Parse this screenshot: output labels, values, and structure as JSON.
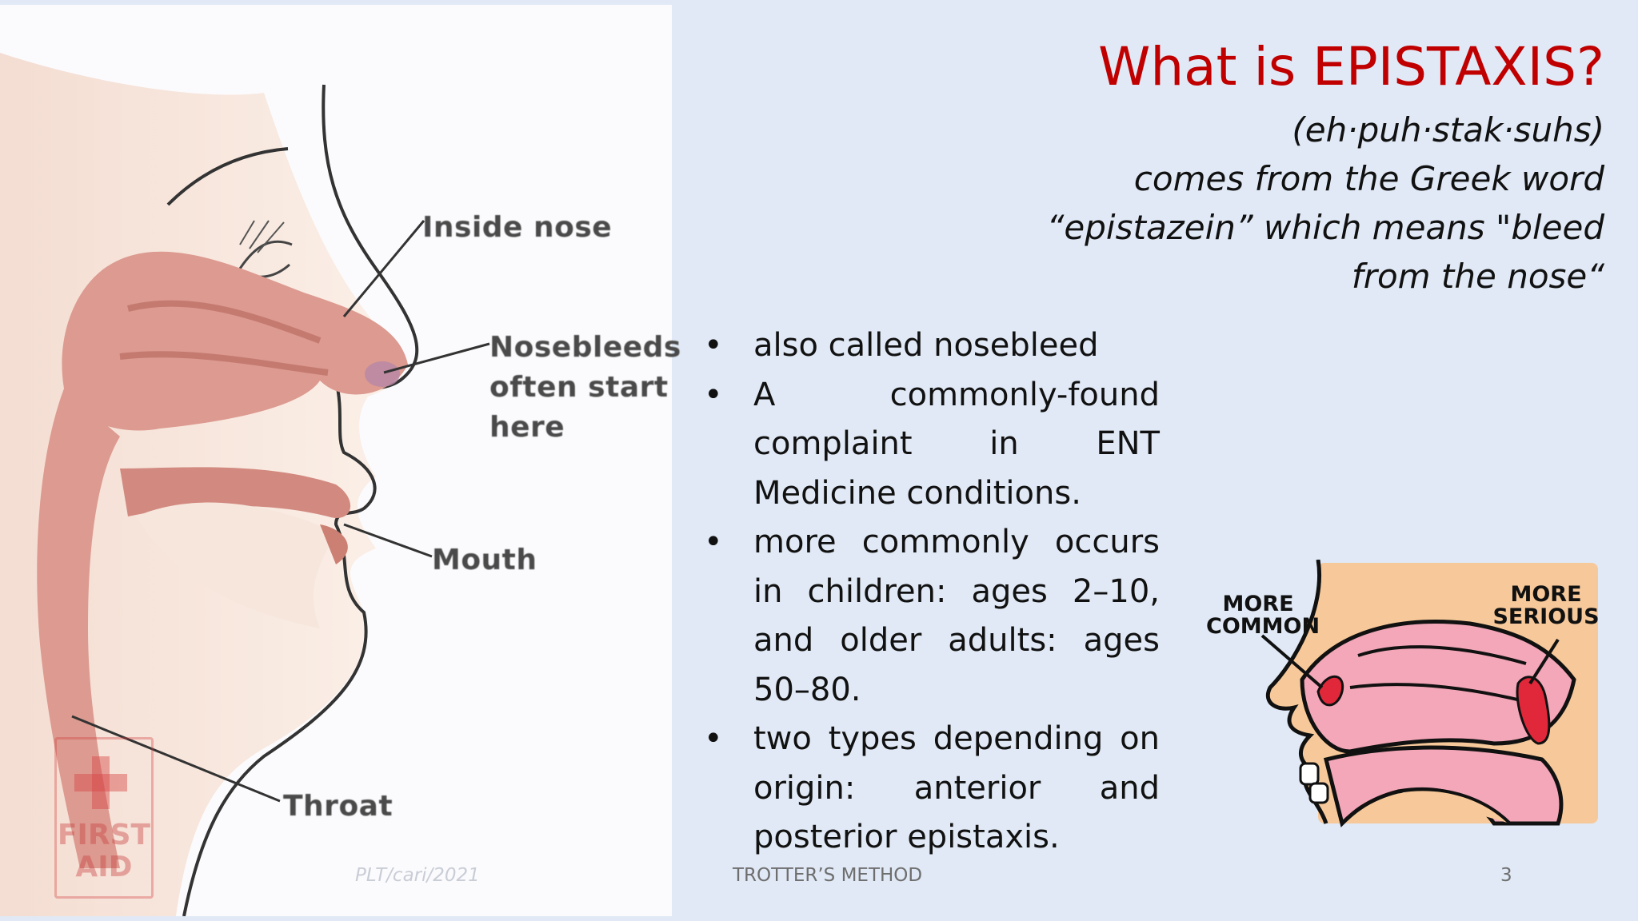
{
  "slide": {
    "title": "What is EPISTAXIS?",
    "subtitle_lines": [
      "(eh·puh·stak·suhs)",
      "comes from the Greek word",
      "“epistazein” which means \"bleed",
      "from the nose“"
    ],
    "bullets": [
      "also called nosebleed",
      "A commonly-found complaint in ENT Medicine  conditions.",
      "more commonly occurs in children: ages 2–10, and older adults: ages 50–80.",
      "two types depending on origin: anterior and posterior epistaxis."
    ],
    "footer": {
      "left": "PLT/cari/2021",
      "center": "TROTTER’S METHOD",
      "page_number": "3"
    }
  },
  "diagram": {
    "labels": {
      "inside_nose": "Inside nose",
      "nosebleeds": [
        "Nosebleeds",
        "often start",
        "here"
      ],
      "mouth": "Mouth",
      "throat": "Throat"
    },
    "badge": [
      "FIRST",
      "AID"
    ]
  },
  "cartoon": {
    "more_common": [
      "MORE",
      "COMMON"
    ],
    "more_serious": [
      "MORE",
      "SERIOUS"
    ]
  },
  "colors": {
    "title": "#c00000",
    "tissue": "#dc9a90",
    "cartoon_bg": "#f7c99a",
    "bleed": "#e0283a"
  }
}
